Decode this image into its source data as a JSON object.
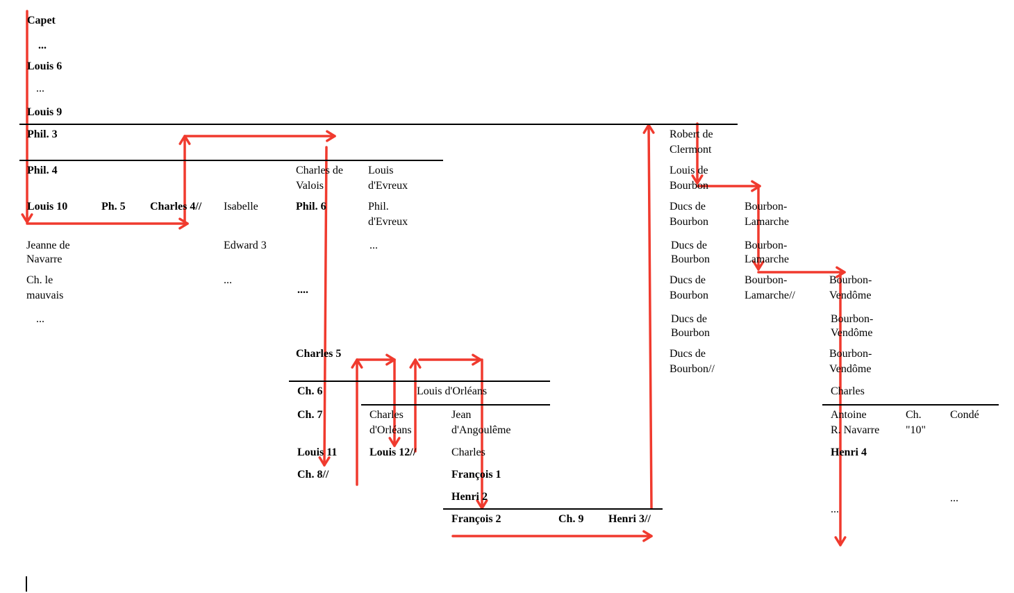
{
  "colors": {
    "arrow": "#f03a2e",
    "rule": "#000000"
  },
  "capetians": {
    "capet": "Capet",
    "dots1": "...",
    "louis6": "Louis 6",
    "dots2": "...",
    "louis9": "Louis 9",
    "phil3": "Phil. 3",
    "phil4": "Phil. 4",
    "louis10": "Louis 10",
    "ph5": "Ph. 5",
    "charles4": "Charles 4//",
    "isabelle": "Isabelle",
    "edward3": "Edward 3",
    "dots_edward": "...",
    "jeanne": "Jeanne de\nNavarre",
    "ch_mauvais": "Ch. le\nmauvais",
    "dots3": "..."
  },
  "valois": {
    "charles_valois": "Charles de\nValois",
    "louis_evreux": "Louis\nd'Evreux",
    "phil6": "Phil. 6",
    "phil_evreux": "Phil.\nd'Evreux",
    "dots_evreux": "...",
    "dots4": "....",
    "charles5": "Charles 5",
    "ch6": "Ch. 6",
    "louis_orleans": "Louis d'Orléans",
    "ch7": "Ch. 7",
    "charles_orleans": "Charles\nd'Orléans",
    "jean_angouleme": "Jean\nd'Angoulême",
    "louis11": "Louis 11",
    "louis12": "Louis 12//",
    "charles": "Charles",
    "ch8": "Ch. 8//",
    "francois1": "François 1",
    "henri2": "Henri 2",
    "francois2": "François 2",
    "ch9": "Ch. 9",
    "henri3": "Henri 3//"
  },
  "bourbons": {
    "robert": "Robert de\nClermont",
    "louis_bourbon": "Louis de\nBourbon",
    "ducs1": "Ducs de\nBourbon",
    "lamarche1": "Bourbon-\nLamarche",
    "ducs2": "Ducs de\nBourbon",
    "lamarche2": "Bourbon-\nLamarche",
    "ducs3": "Ducs de\nBourbon",
    "lamarche3": "Bourbon-\nLamarche//",
    "vendome1": "Bourbon-\nVendôme",
    "ducs4": "Ducs de\nBourbon",
    "vendome2": "Bourbon-\nVendôme",
    "ducs5": "Ducs de\nBourbon//",
    "vendome3": "Bourbon-\nVendôme",
    "charles": "Charles",
    "antoine": "Antoine\nR. Navarre",
    "ch10": "Ch.\n\"10\"",
    "conde": "Condé",
    "henri4": "Henri 4",
    "dots_conde": "...",
    "dots_henri": "..."
  }
}
